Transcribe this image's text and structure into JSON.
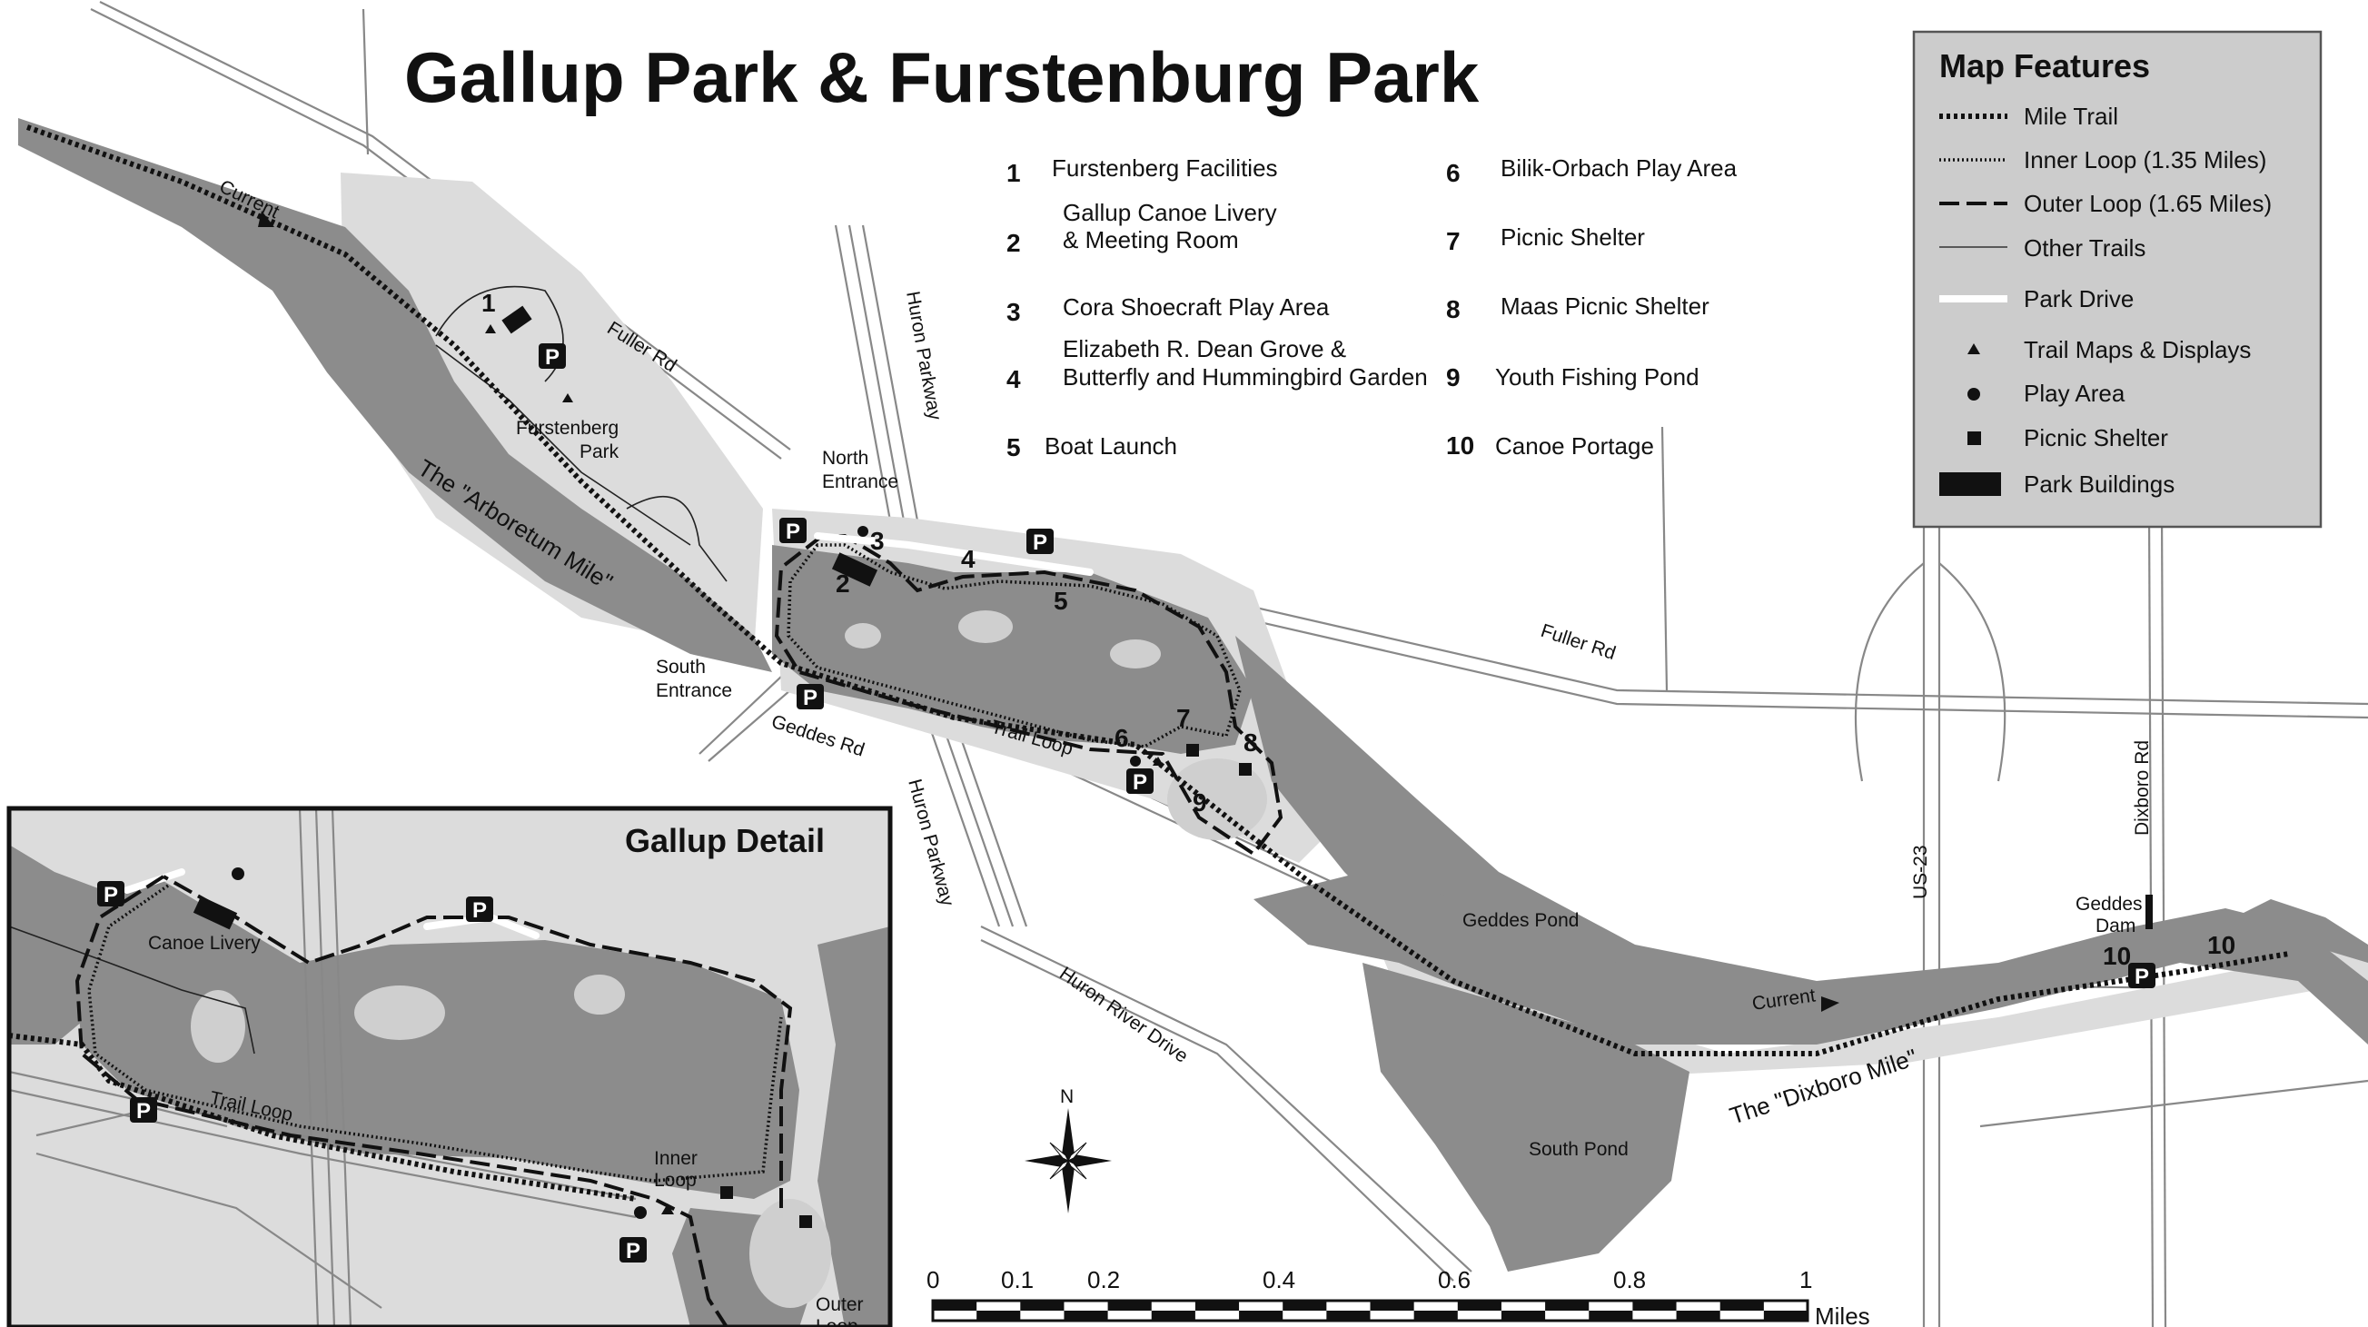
{
  "title": "Gallup Park & Furstenburg Park",
  "features": [
    {
      "num": "1",
      "label": "Furstenberg Facilities"
    },
    {
      "num": "2",
      "label": "Gallup Canoe Livery",
      "label2": "& Meeting Room"
    },
    {
      "num": "3",
      "label": "Cora Shoecraft Play Area"
    },
    {
      "num": "4",
      "label": "Elizabeth R. Dean Grove &",
      "label2": "Butterfly and Hummingbird Garden"
    },
    {
      "num": "5",
      "label": "Boat Launch"
    },
    {
      "num": "6",
      "label": "Bilik-Orbach Play Area"
    },
    {
      "num": "7",
      "label": "Picnic Shelter"
    },
    {
      "num": "8",
      "label": "Maas Picnic Shelter"
    },
    {
      "num": "9",
      "label": "Youth Fishing Pond"
    },
    {
      "num": "10",
      "label": "Canoe Portage"
    }
  ],
  "legend": {
    "title": "Map Features",
    "items": [
      {
        "label": "Mile Trail",
        "icon": "dotted-line"
      },
      {
        "label": "Inner Loop (1.35 Miles)",
        "icon": "fine-dotted-line"
      },
      {
        "label": "Outer Loop (1.65 Miles)",
        "icon": "dashed-line"
      },
      {
        "label": "Other Trails",
        "icon": "thin-line"
      },
      {
        "label": "Park Drive",
        "icon": "white-line"
      },
      {
        "label": "Trail Maps & Displays",
        "icon": "triangle"
      },
      {
        "label": "Play Area",
        "icon": "circle"
      },
      {
        "label": "Picnic Shelter",
        "icon": "square"
      },
      {
        "label": "Park Buildings",
        "icon": "rectangle"
      }
    ]
  },
  "labels": {
    "current": "Current",
    "fuller_rd": "Fuller Rd",
    "furstenberg_park_1": "Furstenberg",
    "furstenberg_park_2": "Park",
    "arboretum_mile": "The \"Arboretum Mile\"",
    "huron_parkway": "Huron Parkway",
    "north_entrance_1": "North",
    "north_entrance_2": "Entrance",
    "south_entrance_1": "South",
    "south_entrance_2": "Entrance",
    "geddes_rd": "Geddes Rd",
    "trail_loop": "Trail Loop",
    "huron_river_drive": "Huron River Drive",
    "geddes_pond": "Geddes Pond",
    "south_pond": "South Pond",
    "dixboro_mile": "The \"Dixboro Mile\"",
    "us23": "US-23",
    "dixboro_rd": "Dixboro Rd",
    "geddes_dam_1": "Geddes",
    "geddes_dam_2": "Dam",
    "parking": "P",
    "north": "N"
  },
  "detail": {
    "title": "Gallup Detail",
    "canoe_livery": "Canoe Livery",
    "trail_loop": "Trail Loop",
    "inner_loop_1": "Inner",
    "inner_loop_2": "Loop",
    "outer_loop_1": "Outer",
    "outer_loop_2": "Loop"
  },
  "scale": {
    "ticks": [
      "0",
      "0.1",
      "0.2",
      "0.4",
      "0.6",
      "0.8",
      "1"
    ],
    "unit": "Miles"
  },
  "colors": {
    "water": "#8c8c8c",
    "parkland": "#dcdcdc",
    "roads": "#888888",
    "legend_bg": "#cccccc"
  }
}
